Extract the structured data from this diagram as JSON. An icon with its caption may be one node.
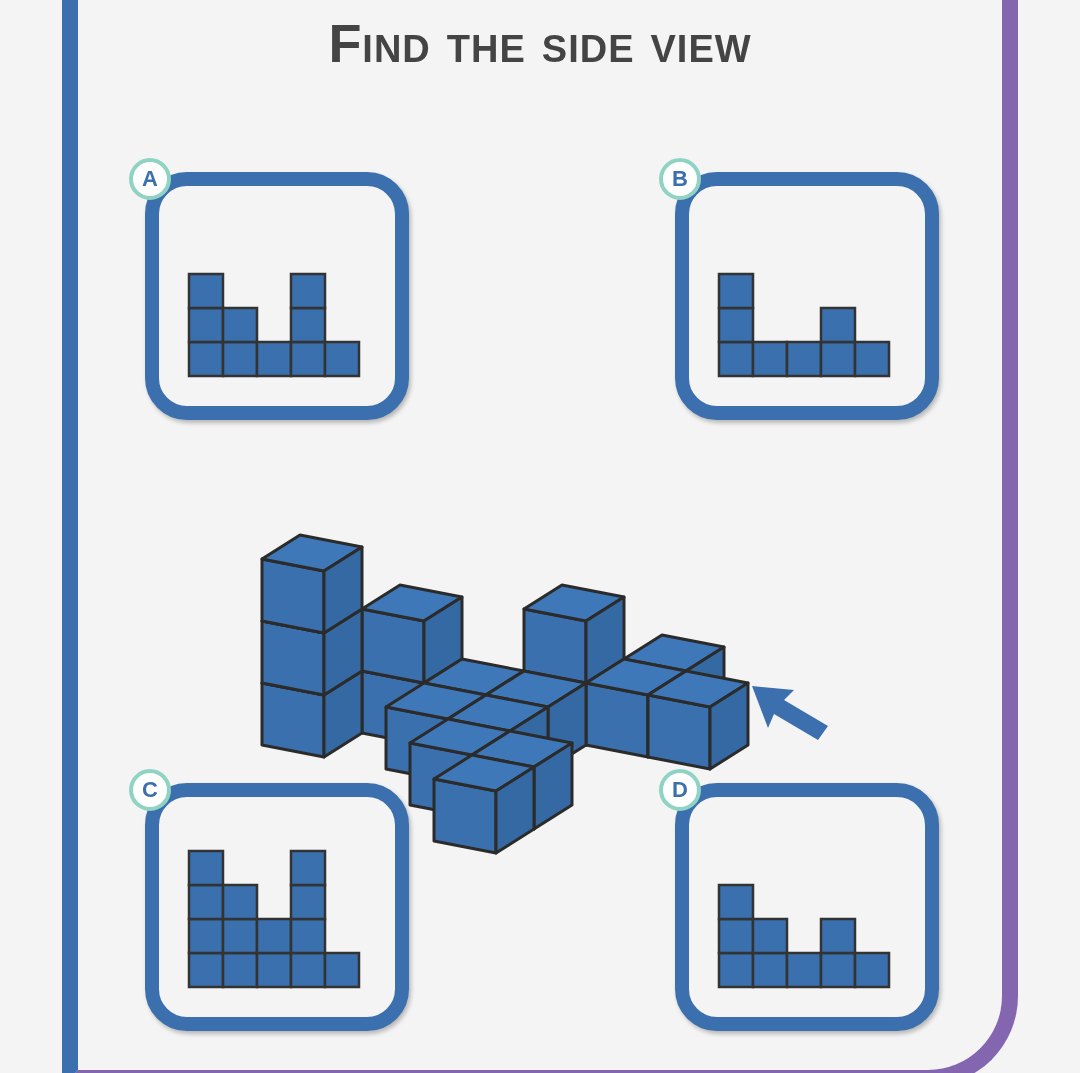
{
  "diagram": {
    "title": "Find the side view",
    "nodes": [
      {
        "text": [
          "A"
        ]
      },
      {
        "text": [
          "B"
        ]
      },
      {
        "text": [
          "C"
        ]
      },
      {
        "text": [
          "D"
        ]
      }
    ]
  }
}
